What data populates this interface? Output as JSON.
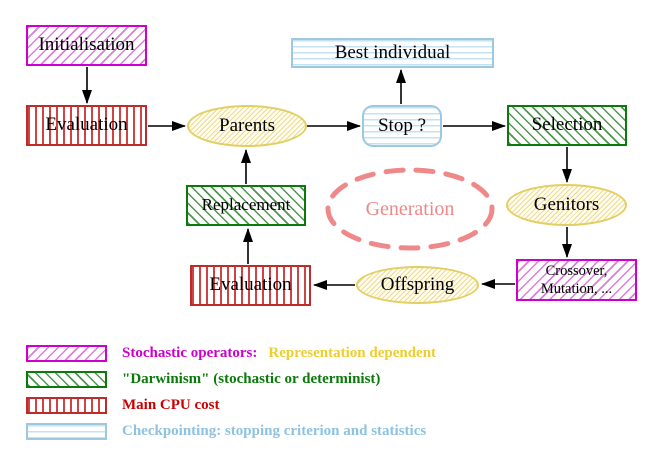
{
  "diagram": {
    "nodes": {
      "initialisation": {
        "label": "Initialisation",
        "style": "magenta-diagonal-hatch"
      },
      "evaluation_top": {
        "label": "Evaluation",
        "style": "red-vertical-stripes"
      },
      "parents": {
        "label": "Parents",
        "style": "yellow-ellipse"
      },
      "best_individual": {
        "label": "Best individual",
        "style": "blue-horizontal-stripes"
      },
      "stop": {
        "label": "Stop ?",
        "style": "blue-horizontal-stripes-rounded"
      },
      "selection": {
        "label": "Selection",
        "style": "green-diagonal-hatch"
      },
      "replacement": {
        "label": "Replacement",
        "style": "green-diagonal-hatch"
      },
      "generation": {
        "label": "Generation",
        "style": "salmon-dashed-ellipse"
      },
      "genitors": {
        "label": "Genitors",
        "style": "yellow-ellipse"
      },
      "evaluation_bottom": {
        "label": "Evaluation",
        "style": "red-vertical-stripes"
      },
      "offspring": {
        "label": "Offspring",
        "style": "yellow-ellipse"
      },
      "crossover_mutation": {
        "label_line1": "Crossover,",
        "label_line2": "Mutation, ...",
        "style": "magenta-diagonal-hatch"
      }
    },
    "edges": [
      {
        "from": "initialisation",
        "to": "evaluation_top"
      },
      {
        "from": "evaluation_top",
        "to": "parents"
      },
      {
        "from": "parents",
        "to": "stop"
      },
      {
        "from": "stop",
        "to": "best_individual"
      },
      {
        "from": "stop",
        "to": "selection"
      },
      {
        "from": "selection",
        "to": "genitors"
      },
      {
        "from": "genitors",
        "to": "crossover_mutation"
      },
      {
        "from": "crossover_mutation",
        "to": "offspring"
      },
      {
        "from": "offspring",
        "to": "evaluation_bottom"
      },
      {
        "from": "evaluation_bottom",
        "to": "replacement"
      },
      {
        "from": "replacement",
        "to": "parents"
      }
    ],
    "legend": [
      {
        "swatch": "magenta-diagonal-hatch",
        "parts": [
          {
            "text": "Stochastic operators:",
            "color": "#cc00cc"
          },
          {
            "text": "Representation dependent",
            "color": "#eecd2d"
          }
        ]
      },
      {
        "swatch": "green-diagonal-hatch",
        "parts": [
          {
            "text": "\"Darwinism\" (stochastic or determinist)",
            "color": "#0b7a0b"
          }
        ]
      },
      {
        "swatch": "red-vertical-stripes",
        "parts": [
          {
            "text": "Main CPU cost",
            "color": "#cc0000"
          }
        ]
      },
      {
        "swatch": "blue-horizontal-stripes",
        "parts": [
          {
            "text": "Checkpointing: stopping criterion and statistics",
            "color": "#8ec2e0"
          }
        ]
      }
    ],
    "colors": {
      "magenta": "#cf00cf",
      "green": "#0b7a0b",
      "red": "#bf2b2b",
      "light_blue": "#9cc8e0",
      "yellow_border": "#e2ce62",
      "salmon": "#ef8888",
      "gold_text": "#eecd2d",
      "arrow": "#000000",
      "background": "#ffffff"
    }
  }
}
